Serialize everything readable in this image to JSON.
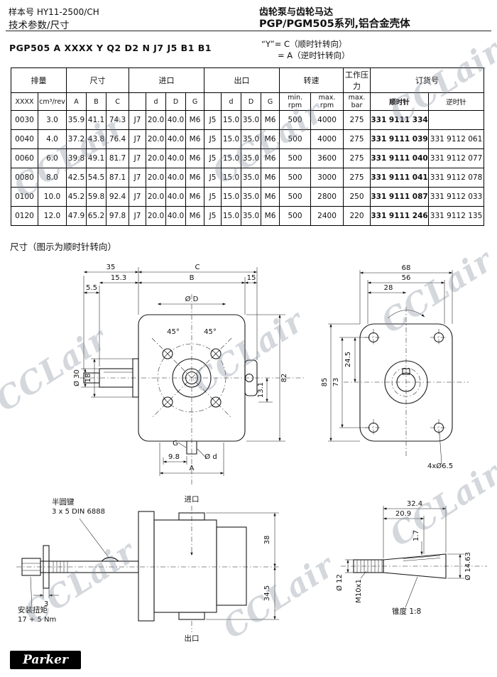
{
  "watermark": "CCLair",
  "header": {
    "sample_label": "样本号 HY11-2500/CH",
    "section_label": "技术参数/尺寸",
    "product_title": "齿轮泵与齿轮马达",
    "product_subtitle": "PGP/PGM505系列,铝合金壳体"
  },
  "model_code": {
    "code": "PGP505 A XXXX Y Q2 D2 N J7 J5 B1 B1",
    "note_line1": "“Y”= C（顺时针转向）",
    "note_line2": "= A（逆时针转向）"
  },
  "table": {
    "groups": {
      "displacement": "排量",
      "dimensions": "尺寸",
      "inlet": "进口",
      "outlet": "出口",
      "speed": "转速",
      "pressure": "工作压力",
      "order_no": "订货号"
    },
    "cols": {
      "model": "XXXX",
      "disp_unit": "cm³/rev",
      "a": "A",
      "b": "B",
      "c": "C",
      "inlet_code": "",
      "inlet_d": "d",
      "inlet_D": "D",
      "inlet_G": "G",
      "outlet_code": "",
      "outlet_d": "d",
      "outlet_D": "D",
      "outlet_G": "G",
      "min_rpm": "min. rpm",
      "max_rpm": "max. rpm",
      "max_bar": "max. bar",
      "cw": "顺时针",
      "ccw": "逆时针"
    },
    "rows": [
      [
        "0030",
        "3.0",
        "35.9",
        "41.1",
        "74.3",
        "J7",
        "20.0",
        "40.0",
        "M6",
        "J5",
        "15.0",
        "35.0",
        "M6",
        "500",
        "4000",
        "275",
        "331 9111 334",
        ""
      ],
      [
        "0040",
        "4.0",
        "37.2",
        "43.8",
        "76.4",
        "J7",
        "20.0",
        "40.0",
        "M6",
        "J5",
        "15.0",
        "35.0",
        "M6",
        "500",
        "4000",
        "275",
        "331 9111 039",
        "331 9112 061"
      ],
      [
        "0060",
        "6.0",
        "39.8",
        "49.1",
        "81.7",
        "J7",
        "20.0",
        "40.0",
        "M6",
        "J5",
        "15.0",
        "35.0",
        "M6",
        "500",
        "3600",
        "275",
        "331 9111 040",
        "331 9112 077"
      ],
      [
        "0080",
        "8.0",
        "42.5",
        "54.5",
        "87.1",
        "J7",
        "20.0",
        "40.0",
        "M6",
        "J5",
        "15.0",
        "35.0",
        "M6",
        "500",
        "3000",
        "275",
        "331 9111 041",
        "331 9112 078"
      ],
      [
        "0100",
        "10.0",
        "45.2",
        "59.8",
        "92.4",
        "J7",
        "20.0",
        "40.0",
        "M6",
        "J5",
        "15.0",
        "35.0",
        "M6",
        "500",
        "2800",
        "250",
        "331 9111 087",
        "331 9112 033"
      ],
      [
        "0120",
        "12.0",
        "47.9",
        "65.2",
        "97.8",
        "J7",
        "20.0",
        "40.0",
        "M6",
        "J5",
        "15.0",
        "35.0",
        "M6",
        "500",
        "2400",
        "220",
        "331 9111 246",
        "331 9112 135"
      ]
    ]
  },
  "drawings": {
    "section_title": "尺寸（图示为顺时针转向）",
    "front_view": {
      "dim_35": "35",
      "dim_15_3": "15.3",
      "dim_5_5": "5.5",
      "dim_C": "C",
      "dim_B": "B",
      "dim_15": "15",
      "dim_phiD": "Ø D",
      "angle_left": "45°",
      "angle_right": "45°",
      "dim_82": "82",
      "dim_13_1": "13.1",
      "dim_phi30": "Ø 30",
      "dim_18": "18",
      "dim_G": "G",
      "dim_9_8": "9.8",
      "dim_phid": "Ø d",
      "dim_A": "A"
    },
    "end_view": {
      "dim_68": "68",
      "dim_56": "56",
      "dim_28": "28",
      "dim_24_5": "24.5",
      "dim_85": "85",
      "dim_73": "73",
      "holes": "4xØ6.5"
    },
    "side_view": {
      "inlet": "进口",
      "outlet": "出口",
      "key_note_1": "半圆键",
      "key_note_2": "3 x 5 DIN 6888",
      "torque_note_1": "安装扭矩",
      "torque_note_2": "17 + 5 Nm",
      "dim_38": "38",
      "dim_34_5": "34.5",
      "dim_3": "3"
    },
    "shaft_detail": {
      "dim_32_4": "32.4",
      "dim_20_9": "20.9",
      "dim_1_7": "1.7",
      "dim_phi12": "Ø 12",
      "thread": "M10x1",
      "taper": "锥度 1:8",
      "dim_phi14_63": "Ø 14.63"
    }
  },
  "footer": {
    "logo_text": "Parker"
  }
}
